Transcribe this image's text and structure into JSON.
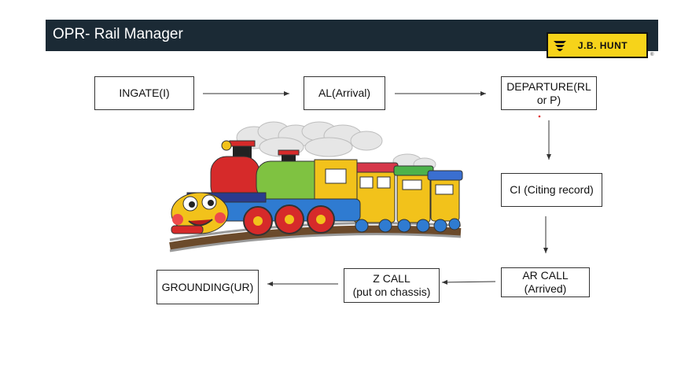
{
  "header": {
    "title": "OPR- Rail Manager"
  },
  "logo": {
    "text": "J.B. HUNT",
    "registered": "®"
  },
  "flow": {
    "ingate": "INGATE(I)",
    "arrival": "AL(Arrival)",
    "departure_line1": "DEPARTURE(RL",
    "departure_line2": "or P)",
    "ci": "CI (Citing record)",
    "ar_call_line1": "AR CALL",
    "ar_call_line2": "(Arrived)",
    "z_call_line1": "Z CALL",
    "z_call_line2": "(put on chassis)",
    "grounding": "GROUNDING(UR)"
  },
  "colors": {
    "header_bg": "#1b2a35",
    "logo_bg": "#f6d31a",
    "arrow": "#333333"
  },
  "illustration": {
    "subject": "cartoon-train"
  }
}
